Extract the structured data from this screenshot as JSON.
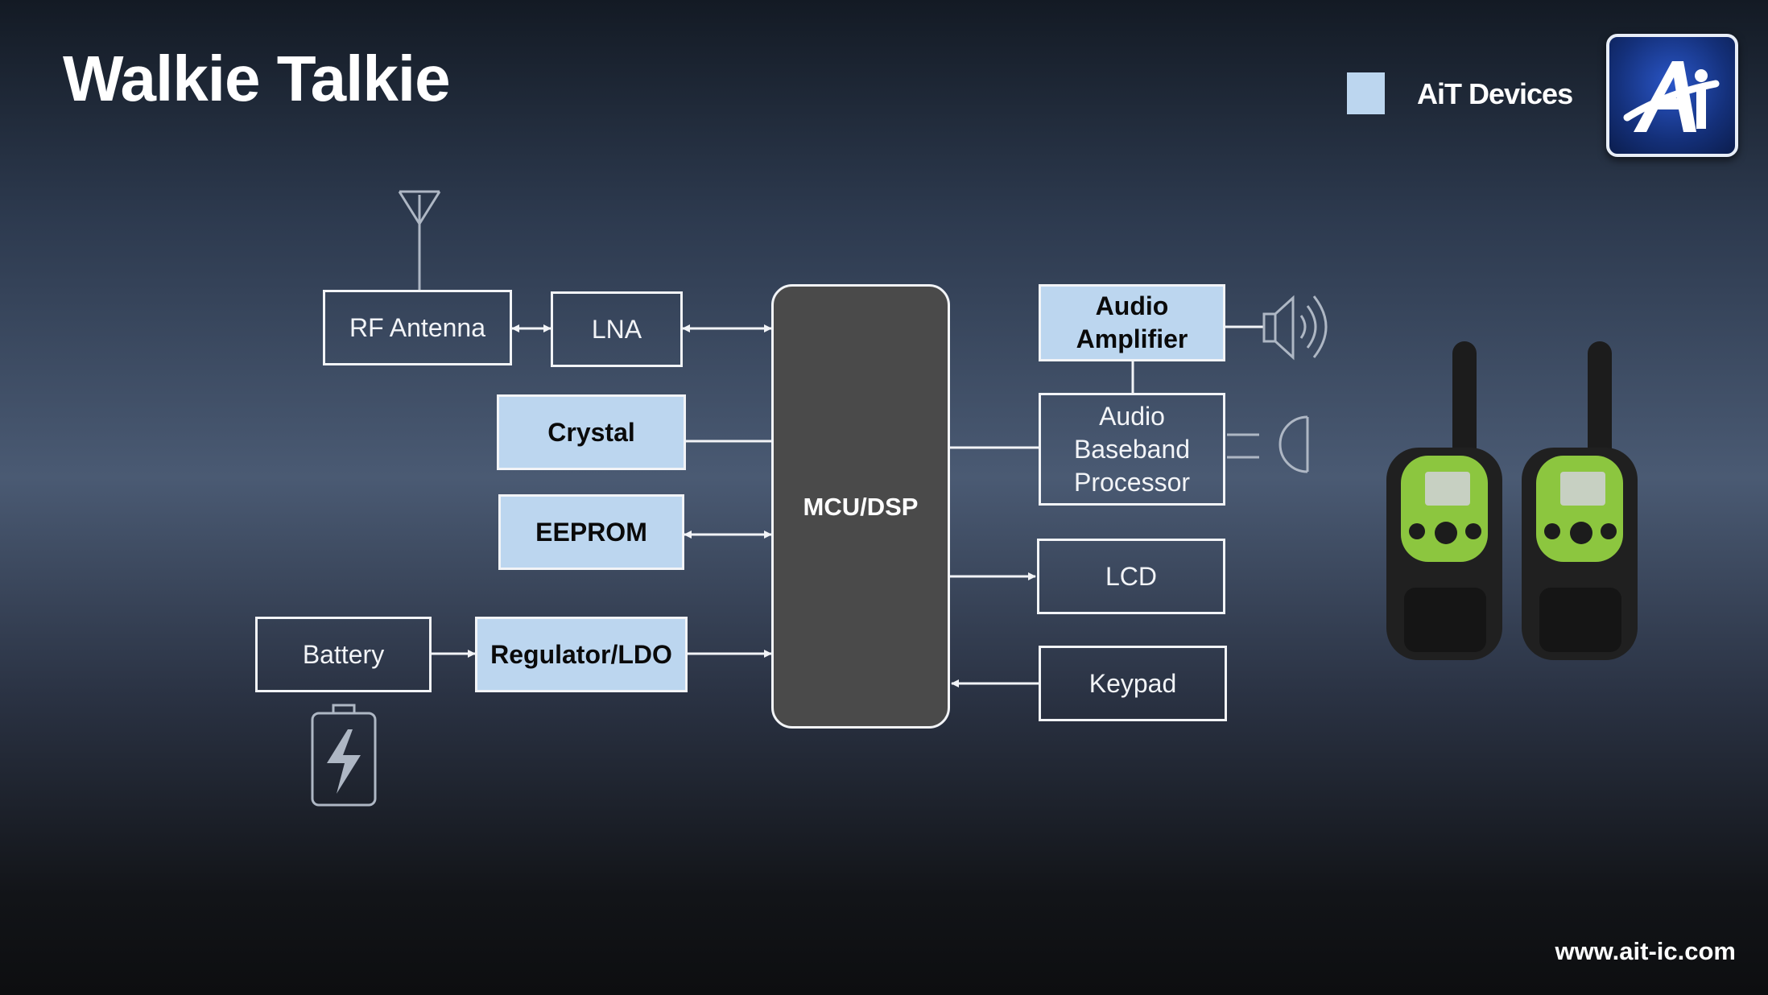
{
  "title": "Walkie Talkie",
  "legend": {
    "label": "AiT Devices",
    "color": "#bcd6ef"
  },
  "logo": {
    "text": "AiT",
    "icon": "ait-logo"
  },
  "blocks": {
    "rf_antenna": "RF Antenna",
    "lna": "LNA",
    "crystal": "Crystal",
    "eeprom": "EEPROM",
    "battery": "Battery",
    "regulator": "Regulator/LDO",
    "mcu": "MCU/DSP",
    "audio_amp": "Audio\nAmplifier",
    "audio_baseband": "Audio\nBaseband\nProcessor",
    "lcd": "LCD",
    "keypad": "Keypad"
  },
  "icons": [
    "antenna-icon",
    "speaker-icon",
    "microphone-icon",
    "battery-icon",
    "walkie-talkie-photo"
  ],
  "footer": {
    "url": "www.ait-ic.com"
  }
}
